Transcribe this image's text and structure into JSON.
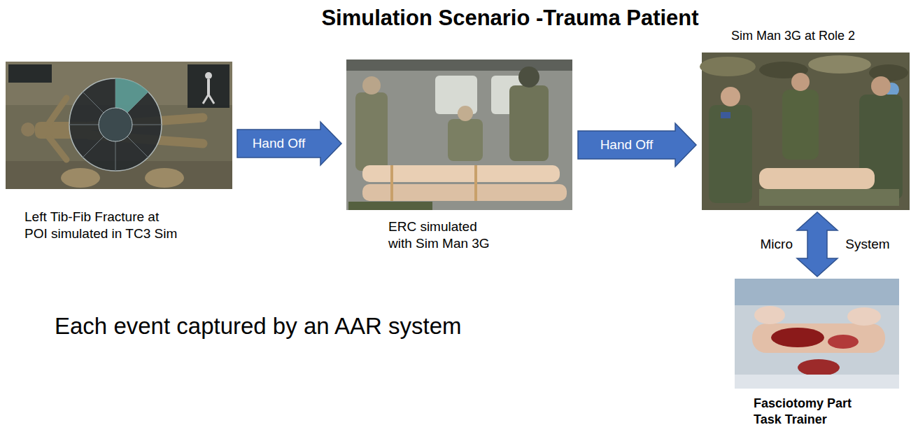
{
  "diagram": {
    "title": "Simulation Scenario -Trauma Patient",
    "nodes": [
      {
        "text": [
          "Left Tib-Fib Fracture at POI simulated in TC3 Sim"
        ]
      },
      {
        "text": [
          "ERC simulated with Sim Man 3G"
        ]
      },
      {
        "text": [
          "Sim Man 3G at Role 2"
        ]
      },
      {
        "text": [
          "Fasciotomy Part Task Trainer"
        ]
      }
    ],
    "edges": [
      {
        "from": 0,
        "to": 1,
        "label": "Hand Off",
        "arrow": "to"
      },
      {
        "from": 1,
        "to": 2,
        "label": "Hand Off",
        "arrow": "to"
      },
      {
        "from": 2,
        "to": 3,
        "label": "Micro System",
        "arrow": "both"
      }
    ],
    "labels": [
      "Each event captured by an AAR system"
    ]
  }
}
